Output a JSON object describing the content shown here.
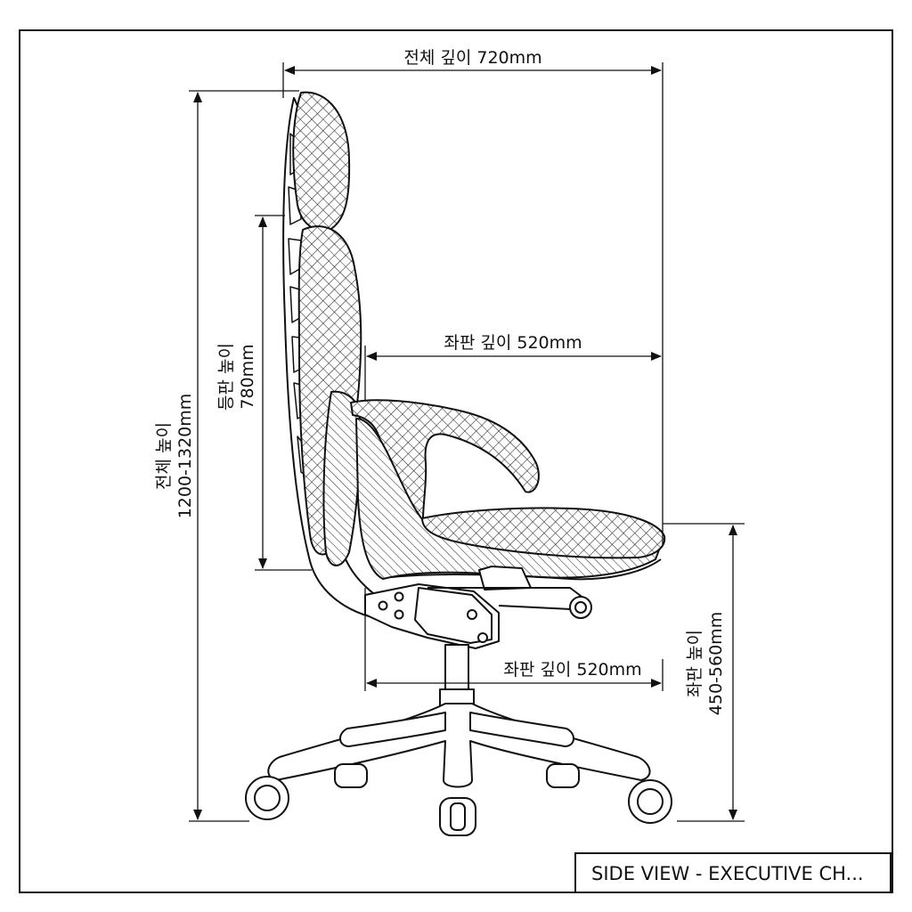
{
  "dimensions": {
    "overall_depth": "전체 깊이 720mm",
    "seat_depth_top": "좌판 깊이 520mm",
    "seat_depth_bottom": "좌판 깊이 520mm",
    "backrest_height_label": "등판 높이",
    "backrest_height_value": "780mm",
    "overall_height_label": "전체 높이",
    "overall_height_value": "1200-1320mm",
    "seat_height_label": "좌판 높이",
    "seat_height_value": "450-560mm"
  },
  "title_block": {
    "label": "SIDE VIEW - EXECUTIVE CH..."
  },
  "colors": {
    "line": "#111111",
    "background": "#ffffff"
  }
}
